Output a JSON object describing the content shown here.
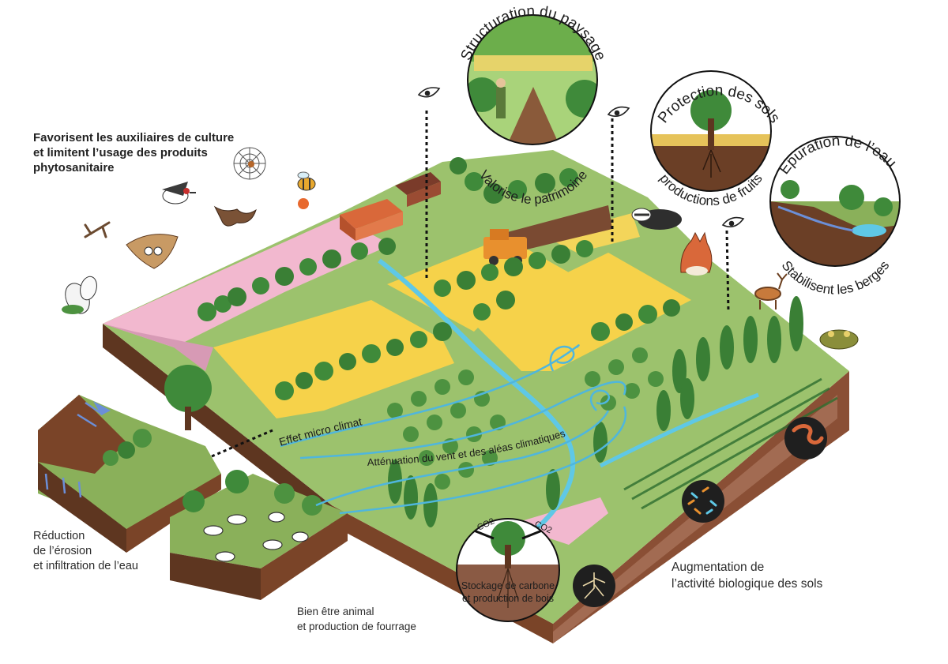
{
  "labels": {
    "auxiliaires_line1": "Favorisent les auxiliaires de culture",
    "auxiliaires_line2": "et limitent l’usage des produits",
    "auxiliaires_line3": "phytosanitaire",
    "erosion_line1": "Réduction",
    "erosion_line2": "de l’érosion",
    "erosion_line3": "et infiltration de l’eau",
    "bien_etre_line1": "Bien être animal",
    "bien_etre_line2": "et production  de fourrage",
    "activite_line1": "Augmentation de",
    "activite_line2": "l’activité biologique des sols",
    "micro_climat": "Effet micro climat",
    "attenuation": "Atténuation du vent et des aléas climatiques"
  },
  "circles": {
    "structuration_top": "Structuration du paysage",
    "structuration_bottom": "Valorise le patrimoine",
    "protection_top": "Protection des sols",
    "protection_bottom": "productions de fruits",
    "epuration_top": "Epuration de l’eau",
    "epuration_bottom": "Stabilisent les berges",
    "stockage_line1": "Stockage de carbone",
    "stockage_line2": "et production de bois",
    "co2_left": "CO2",
    "co2_right": "CO2"
  },
  "icons": [
    "spider-web-icon",
    "bee-icon",
    "woodpecker-icon",
    "bat-icon",
    "stick-insect-icon",
    "owl-icon",
    "butterfly-icon",
    "badger-icon",
    "fox-icon",
    "deer-icon",
    "frog-icon",
    "cow-icon",
    "eye-icon",
    "worm-icon",
    "microorganisms-icon",
    "roots-icon",
    "harvester-icon"
  ],
  "colors": {
    "meadow_pink": "#f2b8cf",
    "wheat_yellow": "#f6d24a",
    "grass_green": "#9cc26d",
    "tree_green": "#3f8a3a",
    "soil_brown": "#6b3f26",
    "river_blue": "#5fc8e6",
    "wind_blue": "#4fb6dd",
    "roof_orange": "#d9683a"
  }
}
